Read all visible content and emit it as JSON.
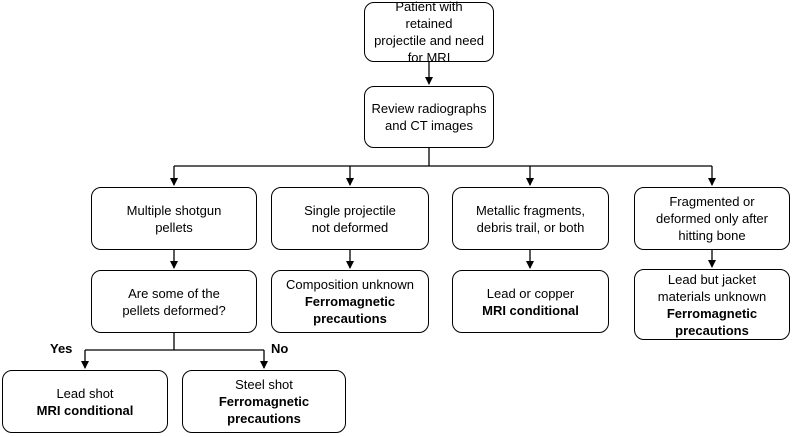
{
  "root": {
    "line1": "Patient with retained",
    "line2": "projectile and need",
    "line3": "for MRI"
  },
  "review": {
    "line1": "Review radiographs",
    "line2": "and CT images"
  },
  "col1": {
    "top": {
      "line1": "Multiple shotgun",
      "line2": "pellets"
    },
    "question": {
      "line1": "Are some of the",
      "line2": "pellets deformed?"
    },
    "yes_label": "Yes",
    "no_label": "No",
    "yes_result": {
      "line1": "Lead shot",
      "line2": "MRI conditional"
    },
    "no_result": {
      "line1": "Steel shot",
      "line2": "Ferromagnetic",
      "line3": "precautions"
    }
  },
  "col2": {
    "top": {
      "line1": "Single projectile",
      "line2": "not deformed"
    },
    "result": {
      "line1": "Composition unknown",
      "line2": "Ferromagnetic",
      "line3": "precautions"
    }
  },
  "col3": {
    "top": {
      "line1": "Metallic fragments,",
      "line2": "debris trail, or both"
    },
    "result": {
      "line1": "Lead or copper",
      "line2": "MRI conditional"
    }
  },
  "col4": {
    "top": {
      "line1": "Fragmented or",
      "line2": "deformed only after",
      "line3": "hitting bone"
    },
    "result": {
      "line1": "Lead but jacket",
      "line2": "materials unknown",
      "line3": "Ferromagnetic",
      "line4": "precautions"
    }
  }
}
